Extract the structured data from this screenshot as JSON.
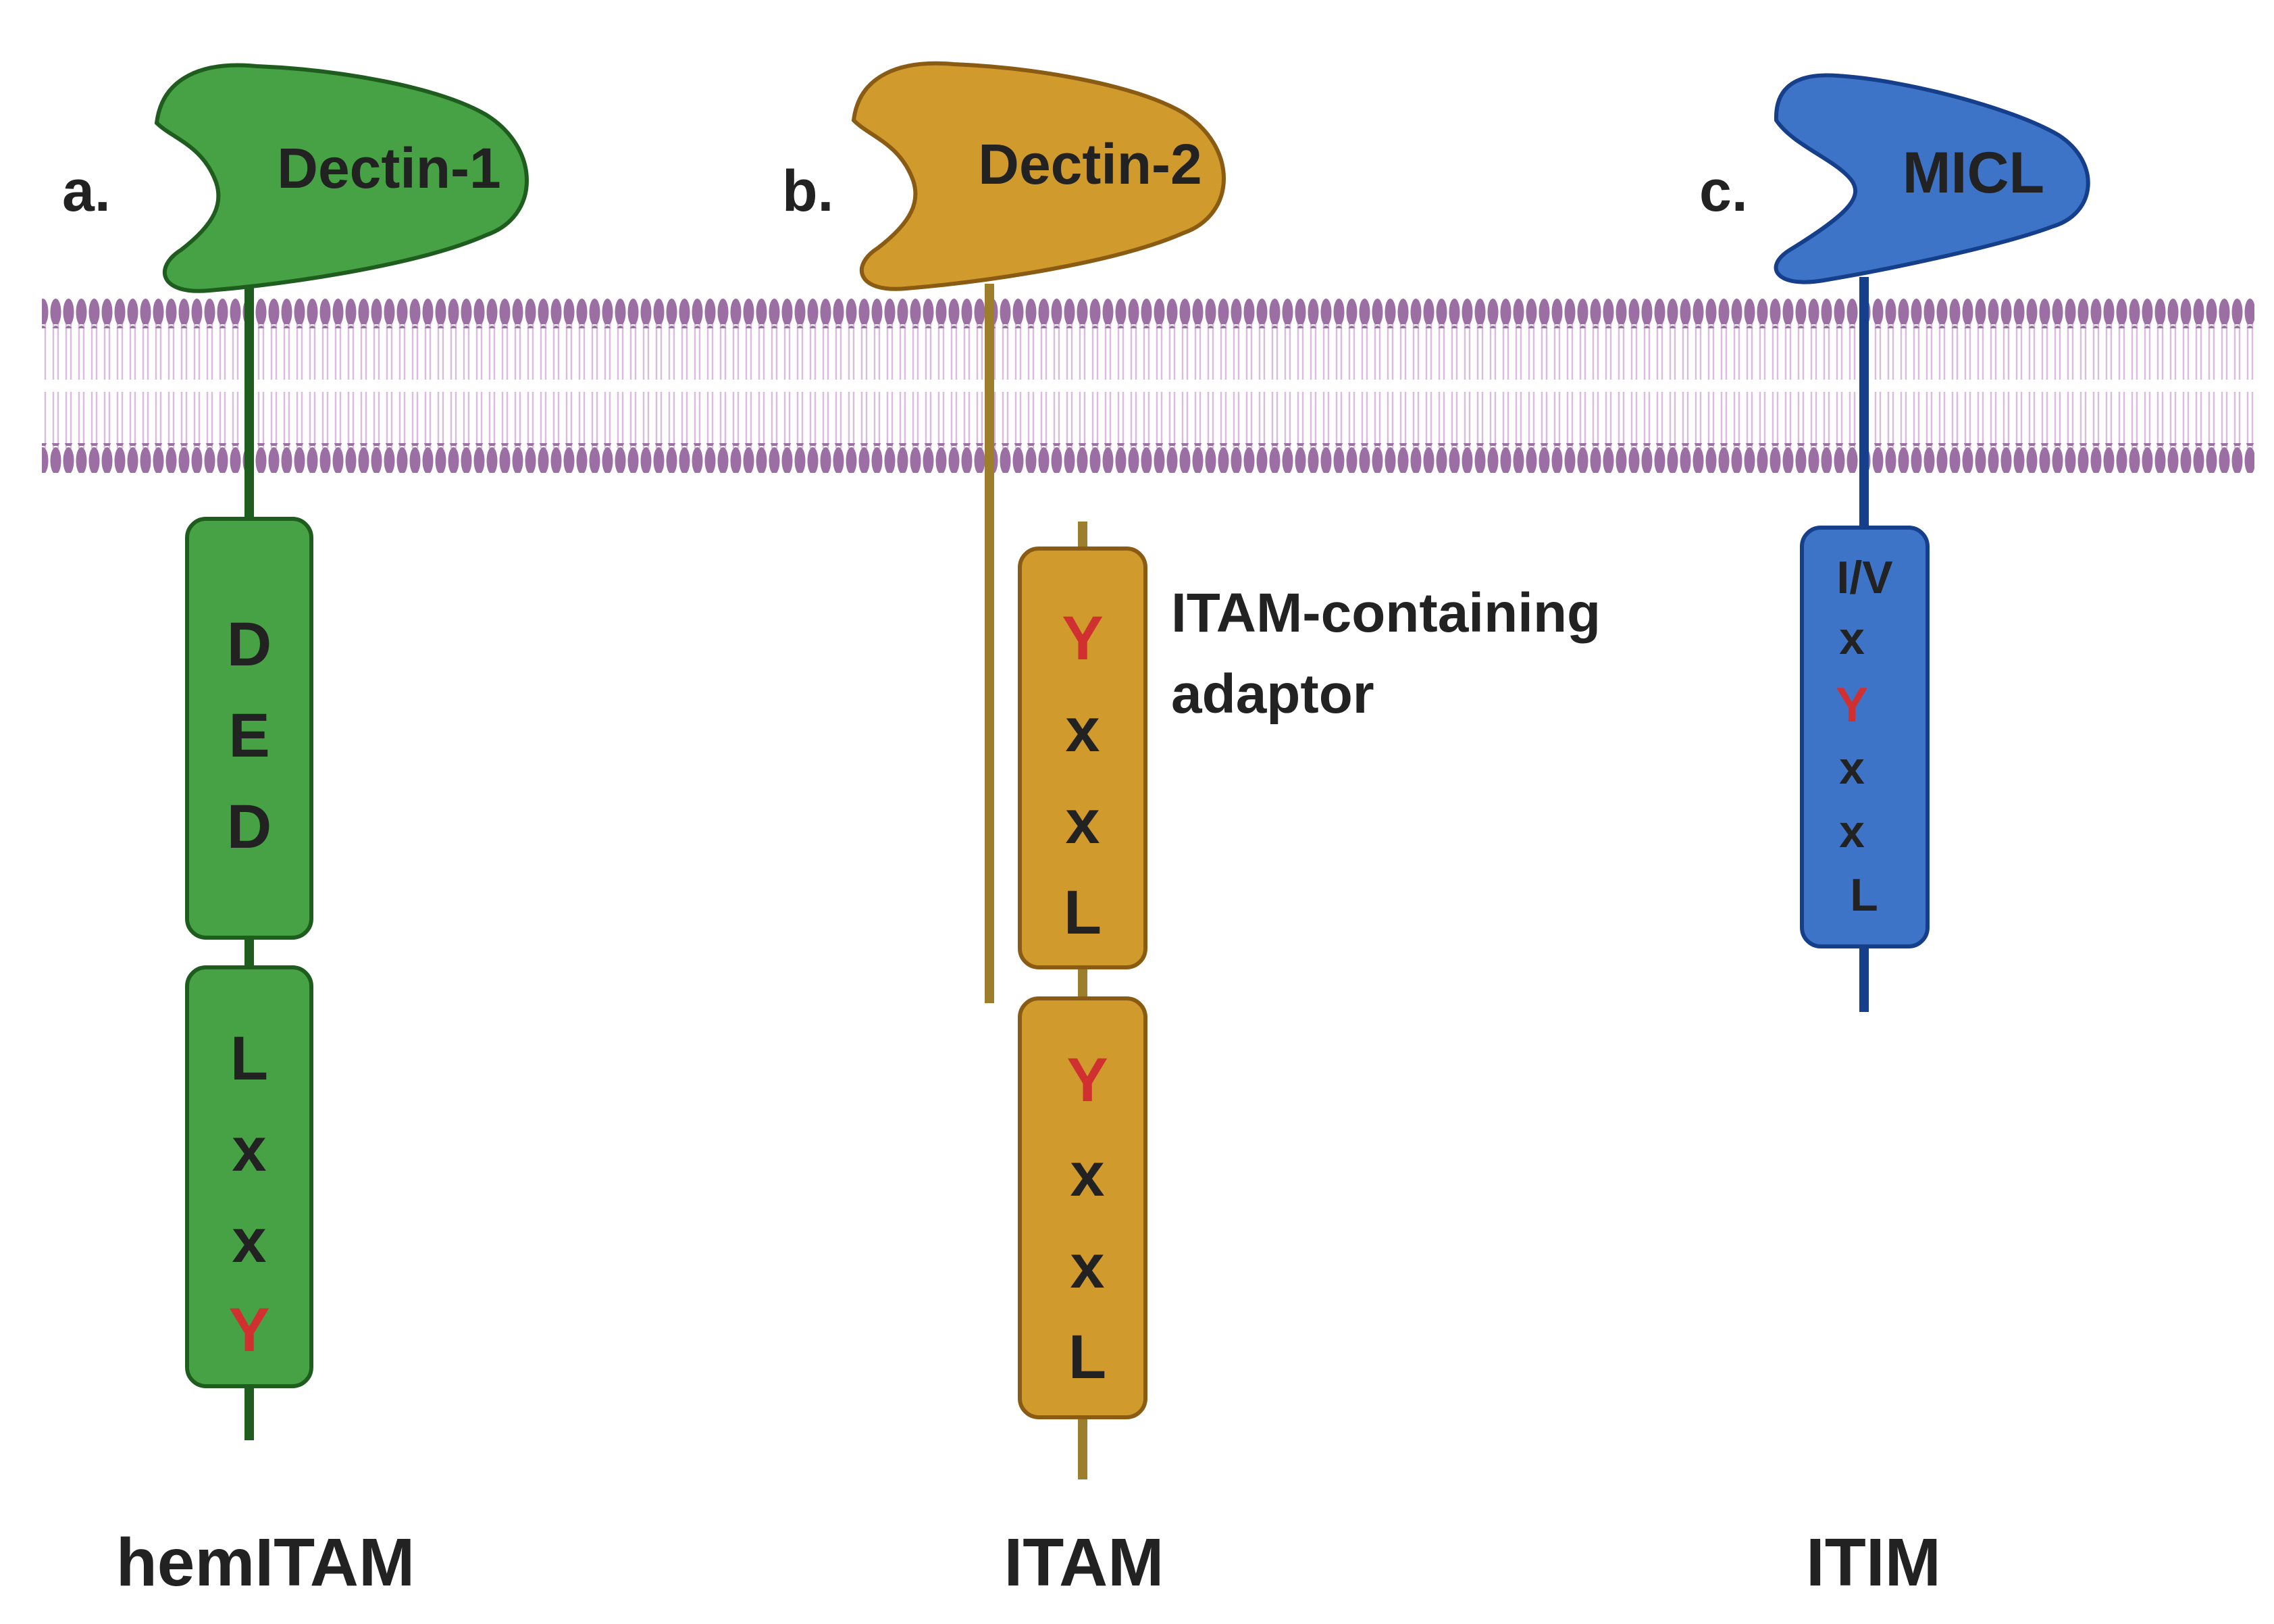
{
  "colors": {
    "background": "#ffffff",
    "membrane": "#9b6fa3",
    "membrane_tail": "#d9bedd",
    "text": "#222222",
    "tyrosine_red": "#d03030",
    "dectin1_fill": "#46a244",
    "dectin1_stroke": "#1f5d1f",
    "dectin2_fill": "#d09a2c",
    "dectin2_stroke": "#8a5b12",
    "dectin2_stalk": "#9c7e2c",
    "micl_fill": "#3e74c8",
    "micl_stroke": "#153f8a"
  },
  "panels": [
    {
      "letter": "a.",
      "receptor": "Dectin-1",
      "motif_type": "hemITAM",
      "boxes": [
        [
          "D",
          "E",
          "D"
        ],
        [
          "L",
          "x",
          "x",
          "Y"
        ]
      ]
    },
    {
      "letter": "b.",
      "receptor": "Dectin-2",
      "motif_type": "ITAM",
      "adaptor_label": [
        "ITAM-containing",
        "adaptor"
      ],
      "boxes": [
        [
          "Y",
          "x",
          "x",
          "L"
        ],
        [
          "Y",
          "x",
          "x",
          "L"
        ]
      ]
    },
    {
      "letter": "c.",
      "receptor": "MICL",
      "motif_type": "ITIM",
      "boxes": [
        [
          "I/V",
          "x",
          "Y",
          "x",
          "x",
          "L"
        ]
      ]
    }
  ]
}
